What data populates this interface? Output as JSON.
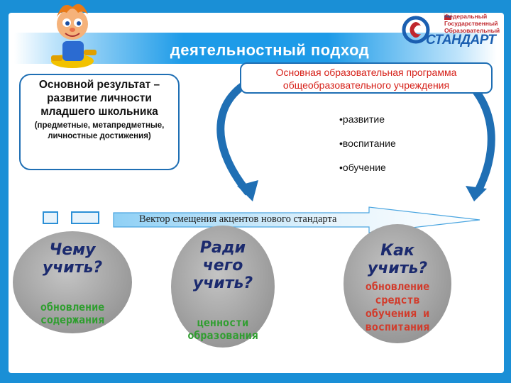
{
  "header": {
    "title": "деятельностный подход",
    "logo": {
      "line1": "Федеральный",
      "line2": "Государственный",
      "line3": "Образовательный",
      "big": "СТАНДАРТ",
      "accent": "#1b5fb1",
      "red": "#c0272d"
    }
  },
  "left_box": {
    "main": "Основной результат – развитие личности младшего школьника",
    "sub": "(предметные, метапредметные, личностные достижения)"
  },
  "top_box": {
    "text": "Основная образовательная программа общеобразовательного учреждения"
  },
  "bullets": [
    "•развитие",
    "•воспитание",
    "•обучение"
  ],
  "vector": {
    "label": "Вектор смещения акцентов нового стандарта"
  },
  "circles": [
    {
      "question": "Чему учить?",
      "answer": "обновление содержания",
      "answer_color": "#2e9e2e"
    },
    {
      "question": "Ради чего учить?",
      "answer": "ценности образования",
      "answer_color": "#2e9e2e"
    },
    {
      "question": "Как учить?",
      "answer": "обновление средств обучения и воспитания",
      "answer_color": "#d23a2a"
    }
  ],
  "colors": {
    "background": "#1a8fd6",
    "title_bar": "#1d9be8",
    "circle_fill": "#a8a8a8",
    "arc_blue": "#1f6fb4"
  }
}
